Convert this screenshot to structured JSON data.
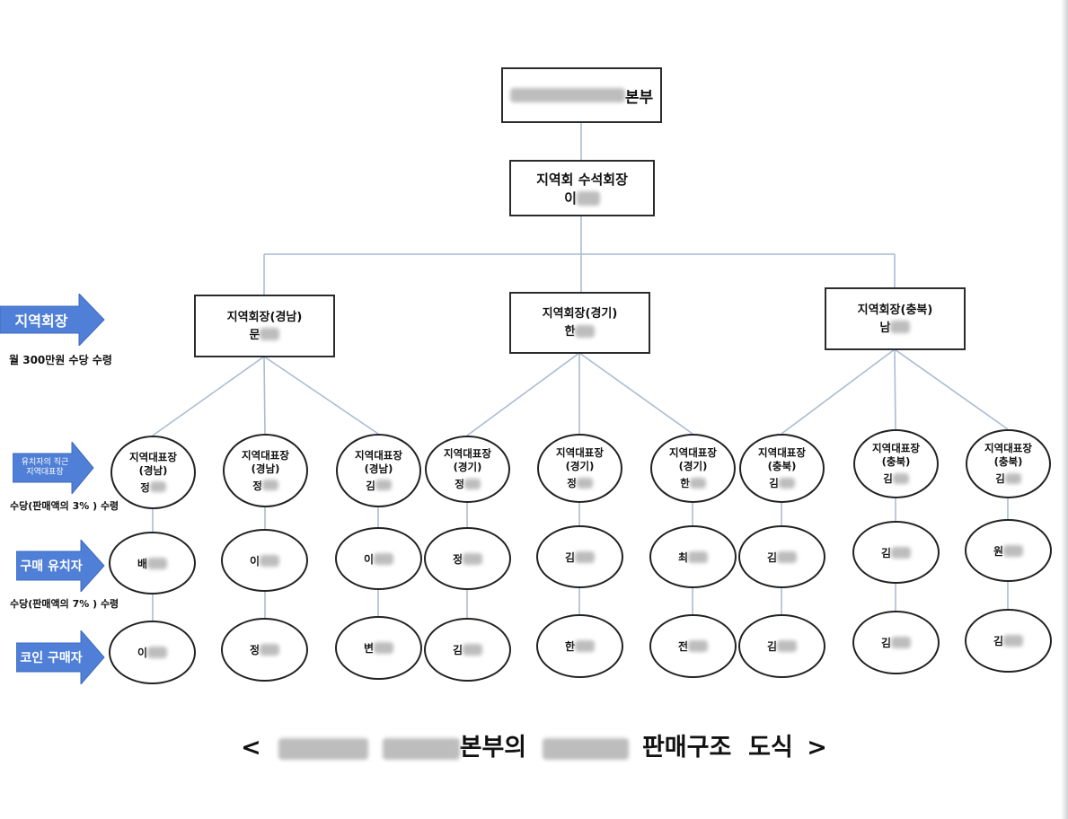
{
  "hq": {
    "label": "본부"
  },
  "chief": {
    "title": "지역회 수석회장",
    "name": "이"
  },
  "chairs": [
    {
      "title": "지역회장(경남)",
      "name": "문"
    },
    {
      "title": "지역회장(경기)",
      "name": "한"
    },
    {
      "title": "지역회장(충북)",
      "name": "남"
    }
  ],
  "reps": [
    {
      "title": "지역대표장",
      "region": "(경남)",
      "name": "정",
      "buyer": "배",
      "coin": "이"
    },
    {
      "title": "지역대표장",
      "region": "(경남)",
      "name": "정",
      "buyer": "이",
      "coin": "정"
    },
    {
      "title": "지역대표장",
      "region": "(경남)",
      "name": "김",
      "buyer": "이",
      "coin": "변"
    },
    {
      "title": "지역대표장",
      "region": "(경기)",
      "name": "정",
      "buyer": "정",
      "coin": "김"
    },
    {
      "title": "지역대표장",
      "region": "(경기)",
      "name": "정",
      "buyer": "김",
      "coin": "한"
    },
    {
      "title": "지역대표장",
      "region": "(경기)",
      "name": "한",
      "buyer": "최",
      "coin": "전"
    },
    {
      "title": "지역대표장",
      "region": "(충북)",
      "name": "김",
      "buyer": "김",
      "coin": "김"
    },
    {
      "title": "지역대표장",
      "region": "(충북)",
      "name": "김",
      "buyer": "김",
      "coin": "김"
    },
    {
      "title": "지역대표장",
      "region": "(충북)",
      "name": "김",
      "buyer": "원",
      "coin": "김"
    }
  ],
  "legend": {
    "chair_arrow": "지역회장",
    "chair_caption": "월 300만원 수당 수령",
    "rep_arrow_line1": "유치자의 직근",
    "rep_arrow_line2": "지역대표장",
    "rep_caption": "수당(판매액의 3% ) 수령",
    "buyer_arrow": "구매 유치자",
    "buyer_caption": "수당(판매액의 7% ) 수령",
    "coin_arrow": "코인 구매자"
  },
  "footer": {
    "prefix": "<",
    "middle": "본부의",
    "suffix": "판매구조  도식",
    "end": ">"
  },
  "colors": {
    "arrow": "#4f7fd6",
    "connector": "#a9bcd3",
    "border": "#2b2b2b"
  }
}
